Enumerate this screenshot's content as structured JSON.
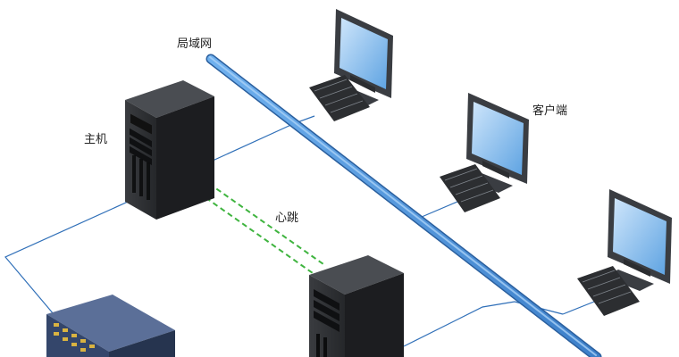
{
  "labels": {
    "lan": "局域网",
    "host": "主机",
    "heartbeat": "心跳",
    "client": "客户端"
  },
  "colors": {
    "lan_cable": "#4a8fd6",
    "lan_cable_edge": "#2a5f9e",
    "network_line": "#2f6fb8",
    "heartbeat_line": "#3fb43f",
    "server_body": "#2b2d30",
    "server_side": "#1a1b1d",
    "monitor_frame": "#3a3d42",
    "monitor_screen": "#7fb8ea",
    "keyboard": "#2c2e31",
    "storage_body": "#34466b",
    "storage_top": "#5b6f98"
  }
}
